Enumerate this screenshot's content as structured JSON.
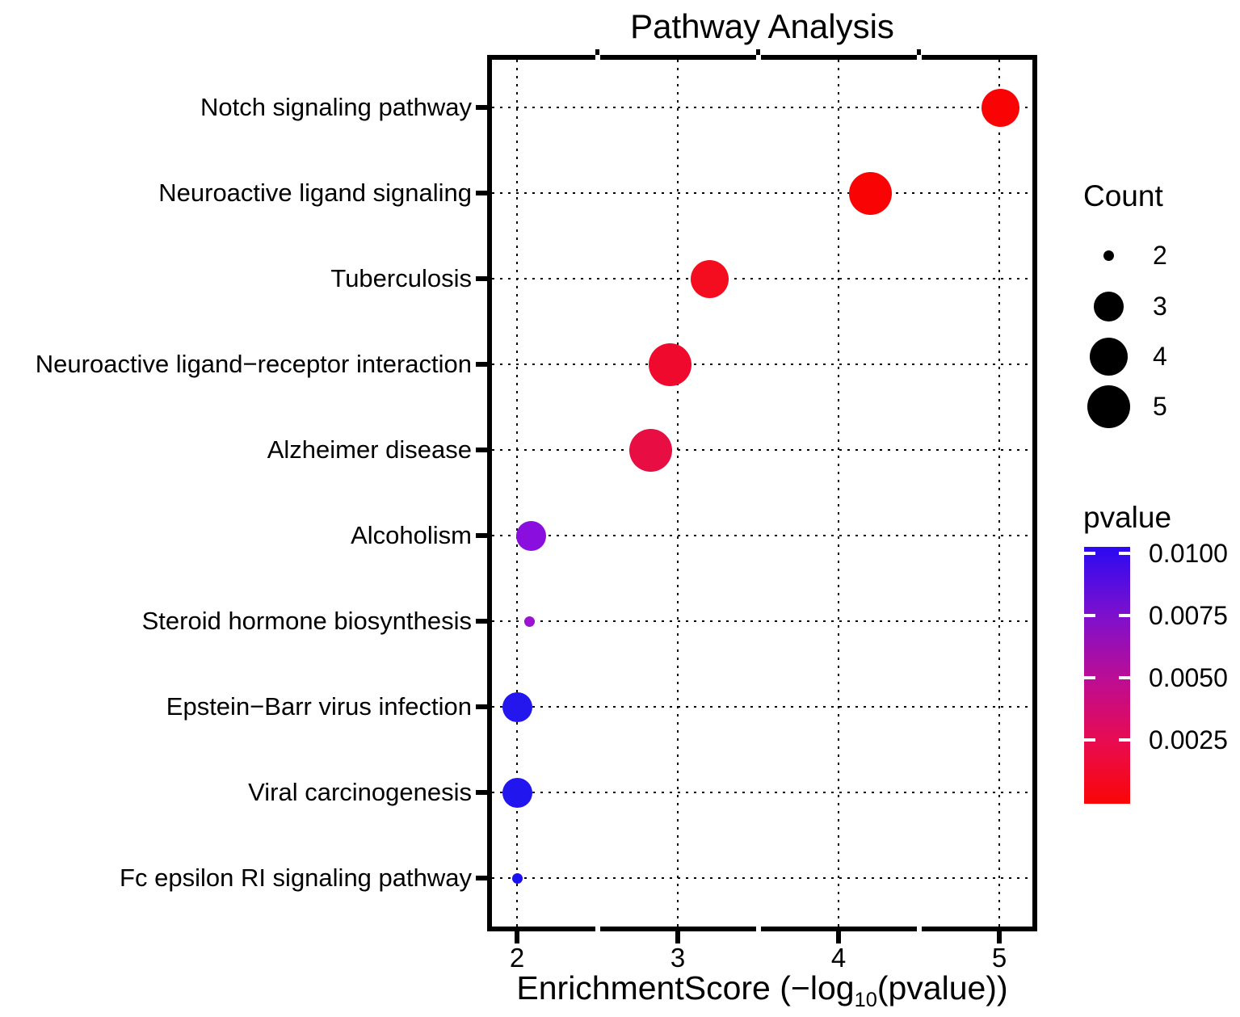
{
  "chart_data": {
    "type": "scatter",
    "subtype": "bubble-dotplot",
    "title": "Pathway Analysis",
    "xlabel": "EnrichmentScore (−log10(pvalue))",
    "xlabel_parts": {
      "prefix": "EnrichmentScore (−log",
      "sub": "10",
      "suffix": "(pvalue))"
    },
    "x_ticks": [
      2,
      3,
      4,
      5
    ],
    "xlim": [
      1.83,
      5.22
    ],
    "grid": "dotted",
    "legend_position": "right",
    "categories": [
      "Notch signaling pathway",
      "Neuroactive ligand signaling",
      "Tuberculosis",
      "Neuroactive ligand−receptor interaction",
      "Alzheimer disease",
      "Alcoholism",
      "Steroid hormone biosynthesis",
      "Epstein−Barr virus infection",
      "Viral carcinogenesis",
      "Fc epsilon RI signaling pathway"
    ],
    "points": [
      {
        "pathway": "Notch signaling pathway",
        "enrichment_score": 5.01,
        "count": 4,
        "color": "#FA0305"
      },
      {
        "pathway": "Neuroactive ligand signaling",
        "enrichment_score": 4.2,
        "count": 5,
        "color": "#FA0305"
      },
      {
        "pathway": "Tuberculosis",
        "enrichment_score": 3.2,
        "count": 4,
        "color": "#F30D1E"
      },
      {
        "pathway": "Neuroactive ligand−receptor interaction",
        "enrichment_score": 2.95,
        "count": 5,
        "color": "#EF0A2D"
      },
      {
        "pathway": "Alzheimer disease",
        "enrichment_score": 2.83,
        "count": 5,
        "color": "#E80E44"
      },
      {
        "pathway": "Alcoholism",
        "enrichment_score": 2.09,
        "count": 3,
        "color": "#8A0EDE"
      },
      {
        "pathway": "Steroid hormone biosynthesis",
        "enrichment_score": 2.08,
        "count": 2,
        "color": "#9C12D0"
      },
      {
        "pathway": "Epstein−Barr virus infection",
        "enrichment_score": 2.0,
        "count": 3,
        "color": "#2317ED"
      },
      {
        "pathway": "Viral carcinogenesis",
        "enrichment_score": 2.0,
        "count": 3,
        "color": "#2117EE"
      },
      {
        "pathway": "Fc epsilon RI signaling pathway",
        "enrichment_score": 2.0,
        "count": 2,
        "color": "#1A11F3"
      }
    ],
    "legend_count": {
      "title": "Count",
      "sizes": [
        2,
        3,
        4,
        5
      ],
      "dot_color": "#000000"
    },
    "legend_pvalue": {
      "title": "pvalue",
      "tick_labels": [
        "0.0100",
        "0.0075",
        "0.0050",
        "0.0025"
      ],
      "gradient_stops": [
        "#2B0AF2",
        "#7C10CE",
        "#BB0D95",
        "#E90B50",
        "#FA0606"
      ]
    }
  }
}
